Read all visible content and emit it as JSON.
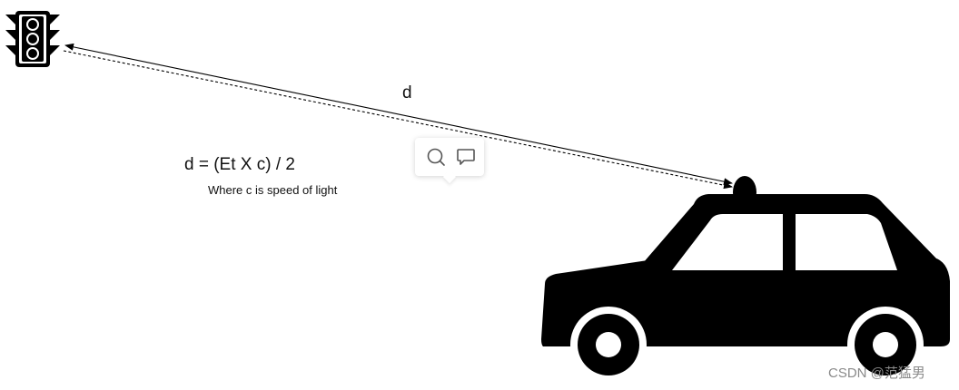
{
  "diagram": {
    "distance_label": "d",
    "formula": "d = (Et X c) / 2",
    "formula_note": "Where c is speed of light"
  },
  "toolbar": {
    "icons": [
      "search-icon",
      "comment-icon"
    ]
  },
  "watermark": "CSDN @范猛男",
  "colors": {
    "ink": "#000000",
    "background": "#ffffff",
    "watermark": "#8a8a8a"
  }
}
